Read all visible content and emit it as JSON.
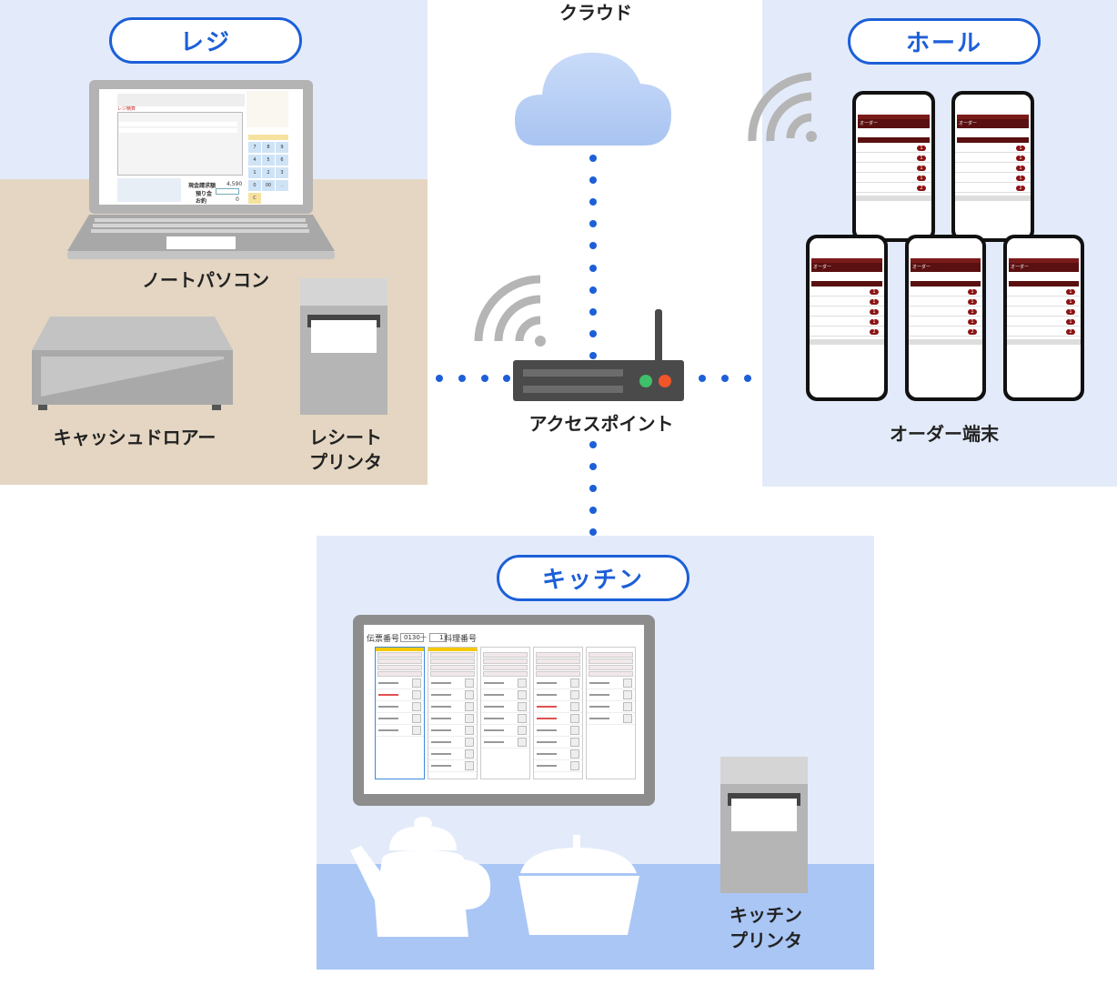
{
  "sections": {
    "register": "レジ",
    "hall": "ホール",
    "kitchen": "キッチン"
  },
  "labels": {
    "cloud": "クラウド",
    "laptop": "ノートパソコン",
    "cash_drawer": "キャッシュドロアー",
    "receipt_printer": [
      "レシート",
      "プリンタ"
    ],
    "access_point": "アクセスポイント",
    "order_terminal": "オーダー端末",
    "kitchen_printer": [
      "キッチン",
      "プリンタ"
    ]
  },
  "laptop_screen": {
    "tab": "レジ精算",
    "total_label": "現金請求額",
    "total_value": "4,590",
    "deposit_label": "預り金",
    "change_label": "お釣",
    "change_value": "0",
    "keys": [
      "7",
      "8",
      "9",
      "4",
      "5",
      "6",
      "1",
      "2",
      "3",
      "0",
      "00",
      ".",
      "C"
    ]
  },
  "phone_screen": {
    "header": "オーダー",
    "badges": [
      "1",
      "1",
      "1",
      "1",
      "2"
    ]
  },
  "kitchen_screen": {
    "slip_label": "伝票番号",
    "slip_no": "0130",
    "sep": "—",
    "seq": "1",
    "dish_label": "料理番号"
  },
  "colors": {
    "accent": "#1c5fd8",
    "panel_blue": "#e3ebfa",
    "tan": "#e4d6c2",
    "kitchen_floor": "#a9c6f5",
    "dots": "#1c5fd8"
  }
}
